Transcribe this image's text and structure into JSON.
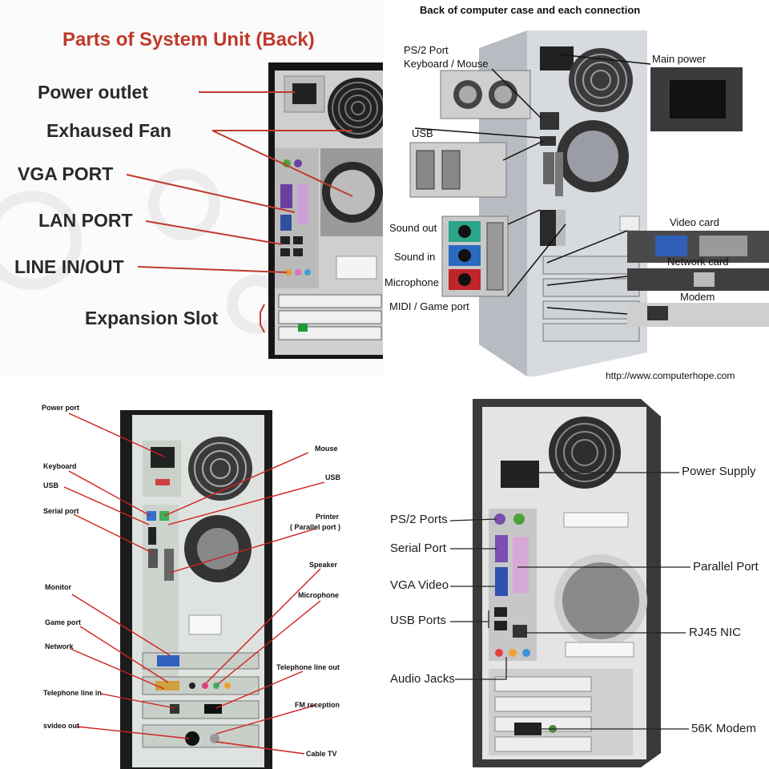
{
  "panel1": {
    "title": "Parts of System Unit (Back)",
    "labels": {
      "power_outlet": "Power outlet",
      "exhaust_fan": "Exhaused Fan",
      "vga_port": "VGA PORT",
      "lan_port": "LAN PORT",
      "line_in_out": "LINE IN/OUT",
      "expansion_slot": "Expansion Slot"
    }
  },
  "panel2": {
    "title": "Back of computer case and each connection",
    "labels": {
      "ps2_line1": "PS/2 Port",
      "ps2_line2": "Keyboard / Mouse",
      "main_power": "Main power",
      "usb": "USB",
      "video_card": "Video card",
      "network_card": "Network card",
      "modem": "Modem",
      "sound_out": "Sound out",
      "sound_in": "Sound in",
      "microphone": "Microphone",
      "midi": "MIDI / Game port"
    },
    "credit": "http://www.computerhope.com"
  },
  "panel3": {
    "labels": {
      "power_port": "Power port",
      "keyboard": "Keyboard",
      "usb": "USB",
      "serial_port": "Serial port",
      "monitor": "Monitor",
      "game_port": "Game port",
      "network": "Network",
      "telephone_line_in": "Telephone line in",
      "svideo_out": "svideo out",
      "mouse": "Mouse",
      "usb_right": "USB",
      "printer_line1": "Printer",
      "printer_line2": "( Parallel port )",
      "speaker": "Speaker",
      "microphone": "Microphone",
      "telephone_line_out": "Telephone line out",
      "fm_reception": "FM reception",
      "cable_tv": "Cable TV"
    }
  },
  "panel4": {
    "labels": {
      "power_supply": "Power Supply",
      "ps2_ports": "PS/2 Ports",
      "serial_port": "Serial Port",
      "parallel_port": "Parallel Port",
      "vga_video": "VGA Video",
      "usb_ports": "USB Ports",
      "rj45_nic": "RJ45 NIC",
      "audio_jacks": "Audio Jacks",
      "modem": "56K Modem"
    }
  }
}
